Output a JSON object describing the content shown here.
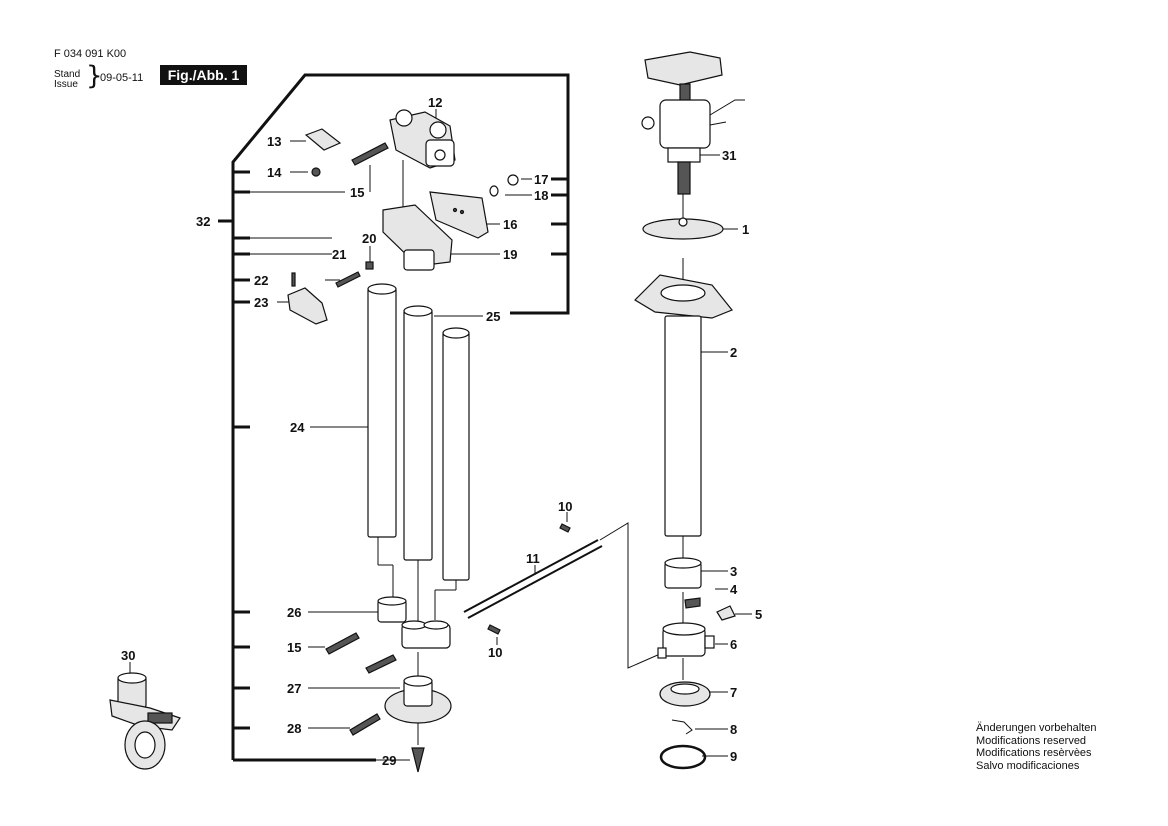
{
  "header": {
    "doc_number": "F 034 091 K00",
    "stand_label": "Stand",
    "issue_label": "Issue",
    "date": "09-05-11",
    "figure": "Fig./Abb. 1"
  },
  "footer": {
    "notes": [
      "Änderungen vorbehalten",
      "Modifications reserved",
      "Modifications resèrvèes",
      "Salvo modificaciones"
    ]
  },
  "callouts": {
    "c1": "1",
    "c2": "2",
    "c3": "3",
    "c4": "4",
    "c5": "5",
    "c6": "6",
    "c7": "7",
    "c8": "8",
    "c9": "9",
    "c10a": "10",
    "c10b": "10",
    "c11": "11",
    "c12": "12",
    "c13": "13",
    "c14": "14",
    "c15a": "15",
    "c15b": "15",
    "c16": "16",
    "c17": "17",
    "c18": "18",
    "c19": "19",
    "c20": "20",
    "c21": "21",
    "c22": "22",
    "c23": "23",
    "c24": "24",
    "c25": "25",
    "c26": "26",
    "c27": "27",
    "c28": "28",
    "c29": "29",
    "c30": "30",
    "c31": "31",
    "c32": "32"
  }
}
